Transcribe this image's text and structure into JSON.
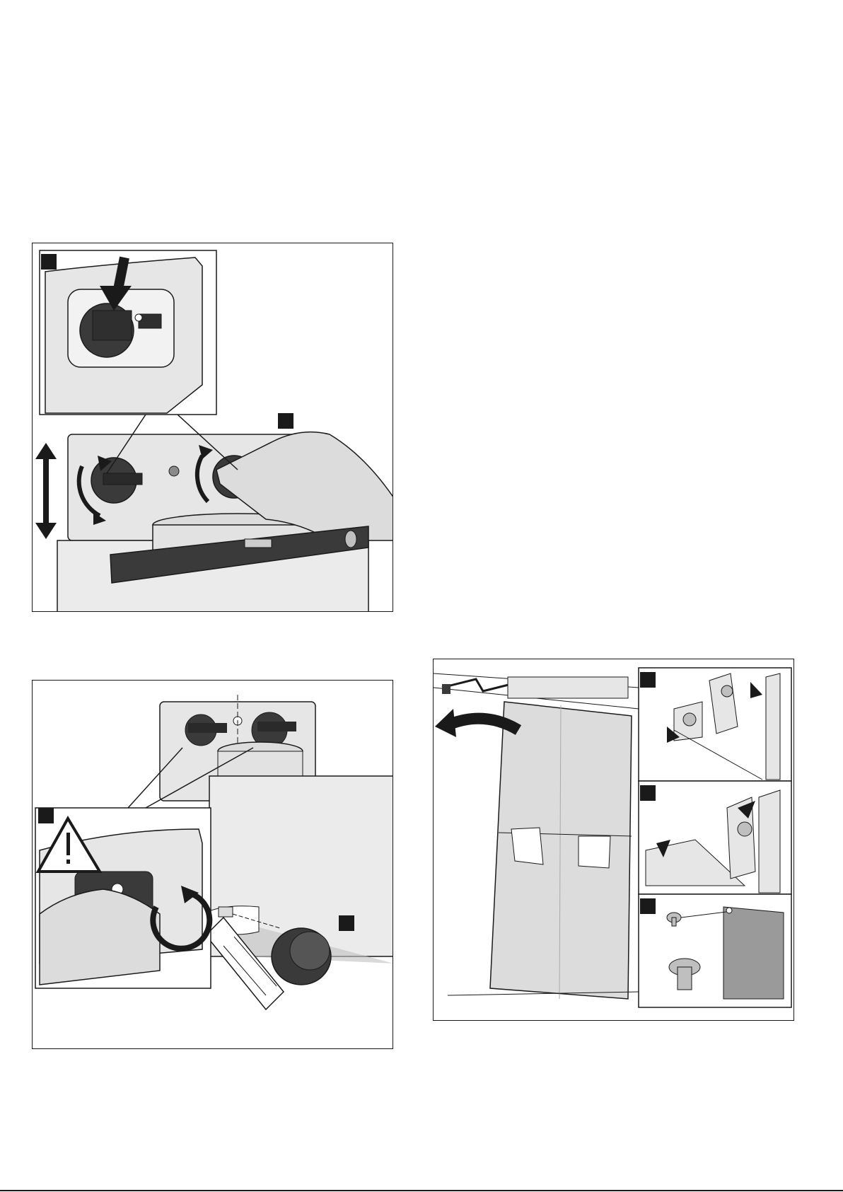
{
  "figures": [
    {
      "id": "fig-level-bracket",
      "subpanels": [
        "inset-lock",
        "main-level"
      ]
    },
    {
      "id": "fig-screw-bracket",
      "subpanels": [
        "inset-screwdriver",
        "main-knob"
      ]
    },
    {
      "id": "fig-chimney-duct",
      "subpanels": [
        "clip-detail-1",
        "clip-detail-2",
        "screw-detail"
      ]
    }
  ],
  "icons": [
    "warning-triangle-icon",
    "spirit-level-icon",
    "screwdriver-icon",
    "rotate-arrow-icon",
    "double-arrow-icon",
    "down-arrow-icon",
    "curved-arrow-icon",
    "screw-icon",
    "knob-icon"
  ],
  "colors": {
    "ink": "#1a1a1a",
    "panel_fill": "#e6e6e6",
    "dark_part": "#3a3a3a",
    "paper": "#ffffff"
  }
}
